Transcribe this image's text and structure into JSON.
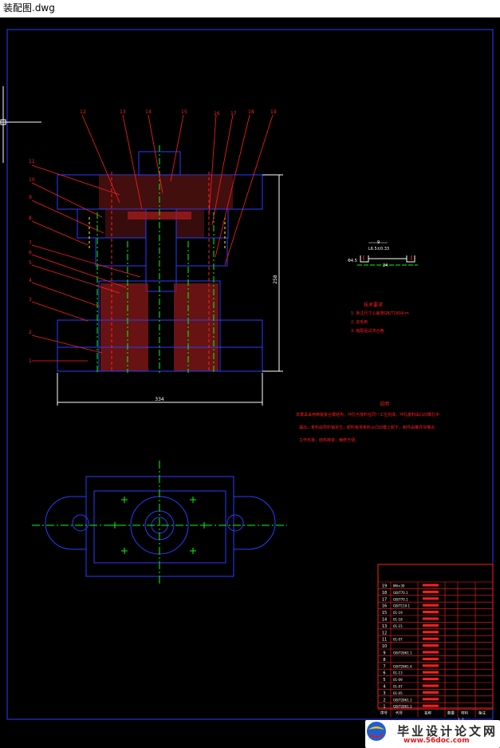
{
  "window": {
    "title": "装配图.dwg"
  },
  "colors": {
    "background": "#000000",
    "red": "#ff2020",
    "blue": "#2b3dff",
    "green": "#00ff00",
    "yellow": "#ffff00",
    "white": "#ffffff",
    "cyan": "#00ffff",
    "magenta": "#ff00ff"
  },
  "drawing": {
    "callouts_top": [
      "12",
      "13",
      "14",
      "15",
      "16",
      "17",
      "18",
      "19"
    ],
    "callouts_left": [
      "11",
      "10",
      "9",
      "8",
      "7",
      "6",
      "5",
      "4",
      "3",
      "2",
      "1"
    ],
    "dim_width": "334",
    "dim_height": "258",
    "part_dims": [
      "9",
      "L6.5±0.33",
      "Φ4.5",
      "24"
    ],
    "tech_req_title": "技术要求",
    "tech_req_items": [
      "1. 未注尺寸公差按GB/T1804-m",
      "2. 去毛刺",
      "3. 装配后试冲合格"
    ],
    "notes_title": "说明",
    "notes_lines": [
      "本模具采用倒装复合模结构，冲孔与落料在同一工位完成，冲孔废料由凸凹模孔中",
      "漏出，条料由导料销定位，卸料板将条料从凸凹模上卸下，制件由推件块推出",
      "工作可靠，结构简单，维修方便。"
    ]
  },
  "bom": {
    "rows": [
      {
        "no": "19",
        "code": "M6×30"
      },
      {
        "no": "18",
        "code": "GB/T70.1"
      },
      {
        "no": "17",
        "code": "GB/T70.1"
      },
      {
        "no": "16",
        "code": "GB/T119.1"
      },
      {
        "no": "15",
        "code": "01-19"
      },
      {
        "no": "14",
        "code": "01-18"
      },
      {
        "no": "13",
        "code": "01-15"
      },
      {
        "no": "12",
        "code": ""
      },
      {
        "no": "11",
        "code": "01-07"
      },
      {
        "no": "10",
        "code": ""
      },
      {
        "no": "9",
        "code": "GB/T2861.1"
      },
      {
        "no": "8",
        "code": ""
      },
      {
        "no": "7",
        "code": "GB/T2861.6"
      },
      {
        "no": "6",
        "code": "01-13"
      },
      {
        "no": "5",
        "code": "01-09"
      },
      {
        "no": "4",
        "code": "01-07"
      },
      {
        "no": "3",
        "code": "01-05"
      },
      {
        "no": "2",
        "code": "GB/T2861.1"
      },
      {
        "no": "1",
        "code": "GB/T2861.1"
      }
    ],
    "header": [
      "序号",
      "代号",
      "名称",
      "数量",
      "材料",
      "备注"
    ],
    "scale": "1:1"
  },
  "watermark": {
    "text": "毕业设计论文网",
    "url": "www.56doc.com"
  }
}
